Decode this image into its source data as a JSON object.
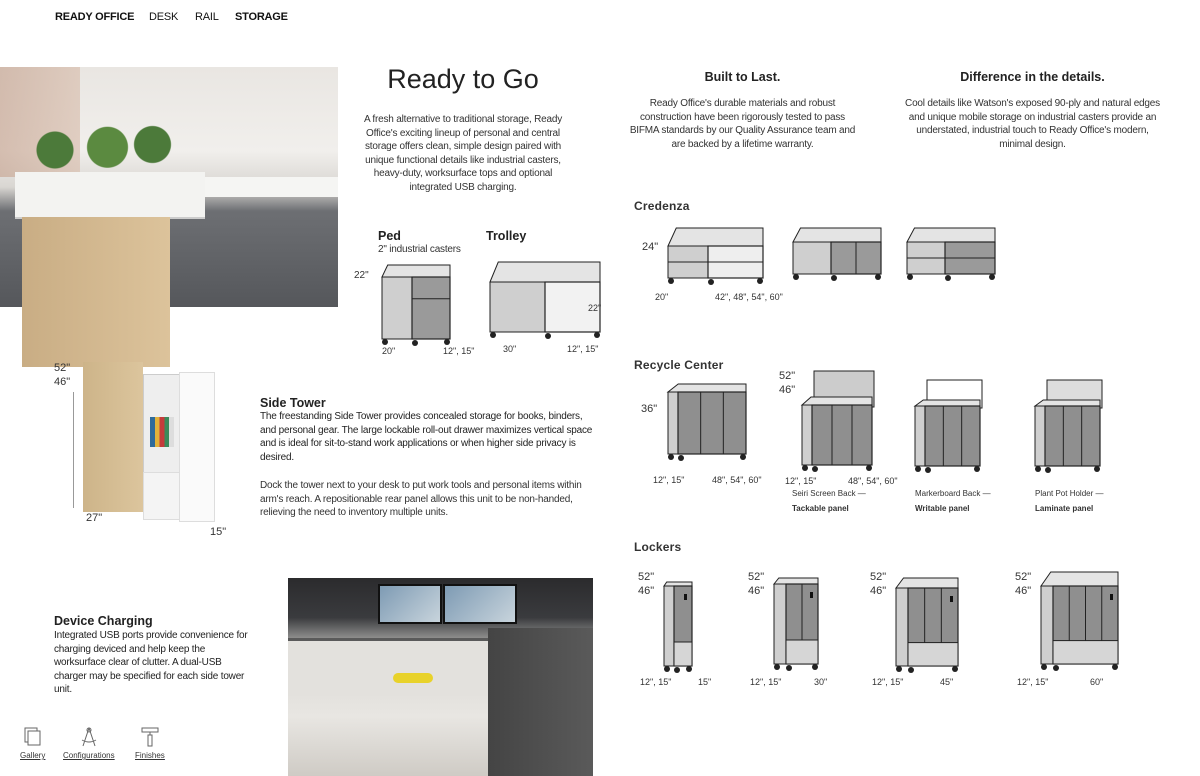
{
  "nav": {
    "items": [
      "READY OFFICE",
      "DESK",
      "RAIL",
      "STORAGE"
    ]
  },
  "intro": {
    "title": "Ready to Go",
    "body": "A fresh alternative to traditional storage, Ready Office's exciting lineup of personal and central storage offers clean, simple design paired with unique functional details like industrial casters, heavy-duty, worksurface tops and optional integrated USB charging."
  },
  "ped": {
    "title": "Ped",
    "subtitle": "2\" industrial casters",
    "height": "22\"",
    "width": "20\"",
    "depth": "12\", 15\""
  },
  "trolley": {
    "title": "Trolley",
    "width": "30\"",
    "height": "22\"",
    "depth": "12\", 15\""
  },
  "built": {
    "title": "Built to Last.",
    "body": "Ready Office's durable materials and robust construction have been rigorously tested to pass BIFMA standards by our Quality Assurance team and are backed by a lifetime warranty."
  },
  "details": {
    "title": "Difference in the details.",
    "body": "Cool details like Watson's exposed 90-ply and natural edges and unique mobile storage on industrial casters provide an understated, industrial touch to Ready Office's modern, minimal design."
  },
  "credenza": {
    "title": "Credenza",
    "height": "24\"",
    "depth": "20\"",
    "width": "42\", 48\", 54\", 60\""
  },
  "recycle": {
    "title": "Recycle Center",
    "height": "36\"",
    "depth": "12\", 15\"",
    "width": "48\", 54\", 60\"",
    "tall_height_1": "52\"",
    "tall_height_2": "46\"",
    "tall_depth": "12\", 15\"",
    "tall_width": "48\", 54\", 60\"",
    "options": [
      {
        "name": "Seiri Screen Back —",
        "panel": "Tackable panel"
      },
      {
        "name": "Markerboard Back —",
        "panel": "Writable panel"
      },
      {
        "name": "Plant Pot Holder —",
        "panel": "Laminate panel"
      }
    ]
  },
  "lockers": {
    "title": "Lockers",
    "units": [
      {
        "h1": "52\"",
        "h2": "46\"",
        "depth": "12\", 15\"",
        "width": "15\""
      },
      {
        "h1": "52\"",
        "h2": "46\"",
        "depth": "12\", 15\"",
        "width": "30\""
      },
      {
        "h1": "52\"",
        "h2": "46\"",
        "depth": "12\", 15\"",
        "width": "45\""
      },
      {
        "h1": "52\"",
        "h2": "46\"",
        "depth": "12\", 15\"",
        "width": "60\""
      }
    ]
  },
  "side_tower": {
    "h1": "52\"",
    "h2": "46\"",
    "width": "27\"",
    "depth": "15\"",
    "title": "Side Tower",
    "body1": "The freestanding Side Tower provides concealed storage for books, binders, and personal gear. The large lockable roll-out drawer maximizes vertical space and is ideal for sit-to-stand work applications or when higher side privacy is desired.",
    "body2": "Dock the tower next to your desk to put work tools and personal items within arm's reach. A repositionable rear panel allows this unit to be non-handed, relieving the need to inventory multiple units."
  },
  "charging": {
    "title": "Device Charging",
    "body": "Integrated USB ports provide convenience for charging deviced and help keep the worksurface clear of clutter. A dual-USB charger may be specified for each side tower unit."
  },
  "footer_links": [
    {
      "label": "Gallery",
      "icon": "gallery-icon"
    },
    {
      "label": "Configurations",
      "icon": "compass-icon"
    },
    {
      "label": "Finishes",
      "icon": "paint-roller-icon"
    }
  ]
}
